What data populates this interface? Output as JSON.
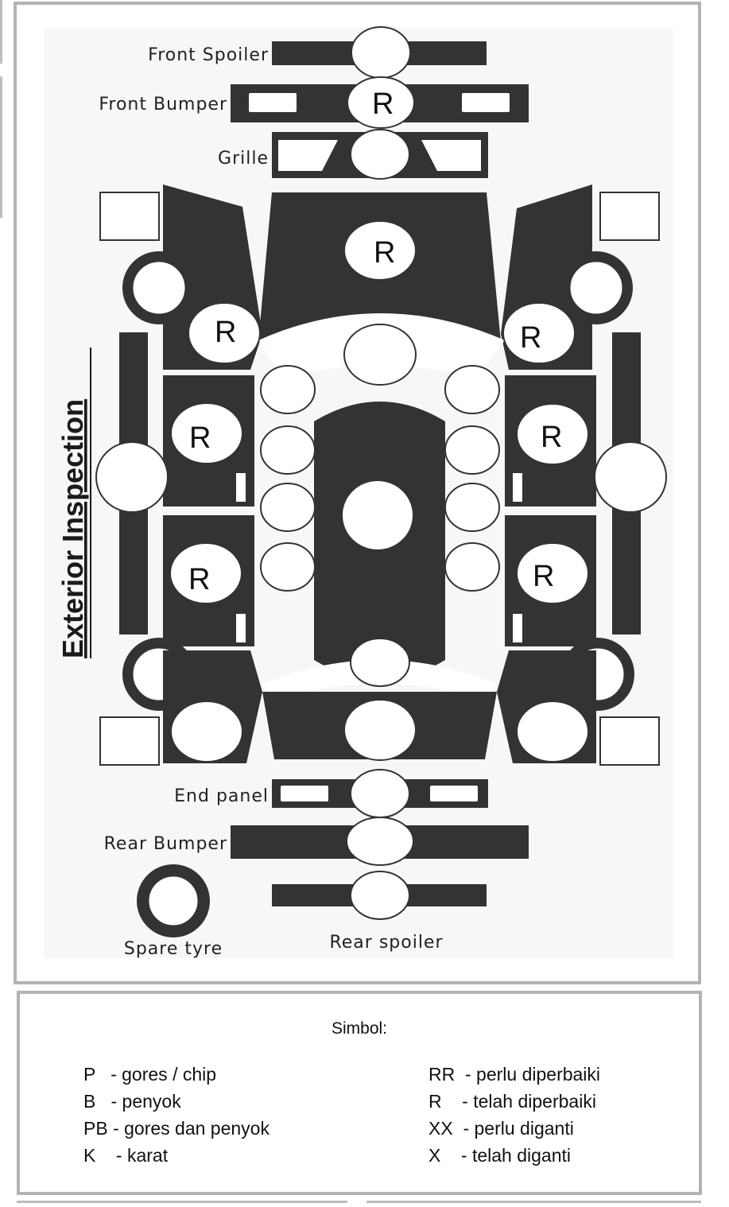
{
  "diagram": {
    "title": "Exterior Inspection",
    "part_labels": {
      "front_spoiler": "Front Spoiler",
      "front_bumper": "Front Bumper",
      "grille": "Grille",
      "end_panel": "End panel",
      "rear_bumper": "Rear Bumper",
      "spare_tyre": "Spare tyre",
      "rear_spoiler": "Rear spoiler"
    },
    "marks": {
      "front_bumper": "R",
      "hood": "R",
      "left_front_fender": "R",
      "right_front_fender": "R",
      "left_front_door": "R",
      "right_front_door": "R",
      "left_rear_door": "R",
      "right_rear_door": "R"
    }
  },
  "legend": {
    "title": "Simbol:",
    "left": [
      "P   - gores / chip",
      "B   - penyok",
      "PB - gores dan penyok",
      "K    - karat"
    ],
    "right": [
      "RR  - perlu diperbaiki",
      "R    - telah diperbaiki",
      "XX  - perlu diganti",
      "X    - telah diganti"
    ]
  }
}
